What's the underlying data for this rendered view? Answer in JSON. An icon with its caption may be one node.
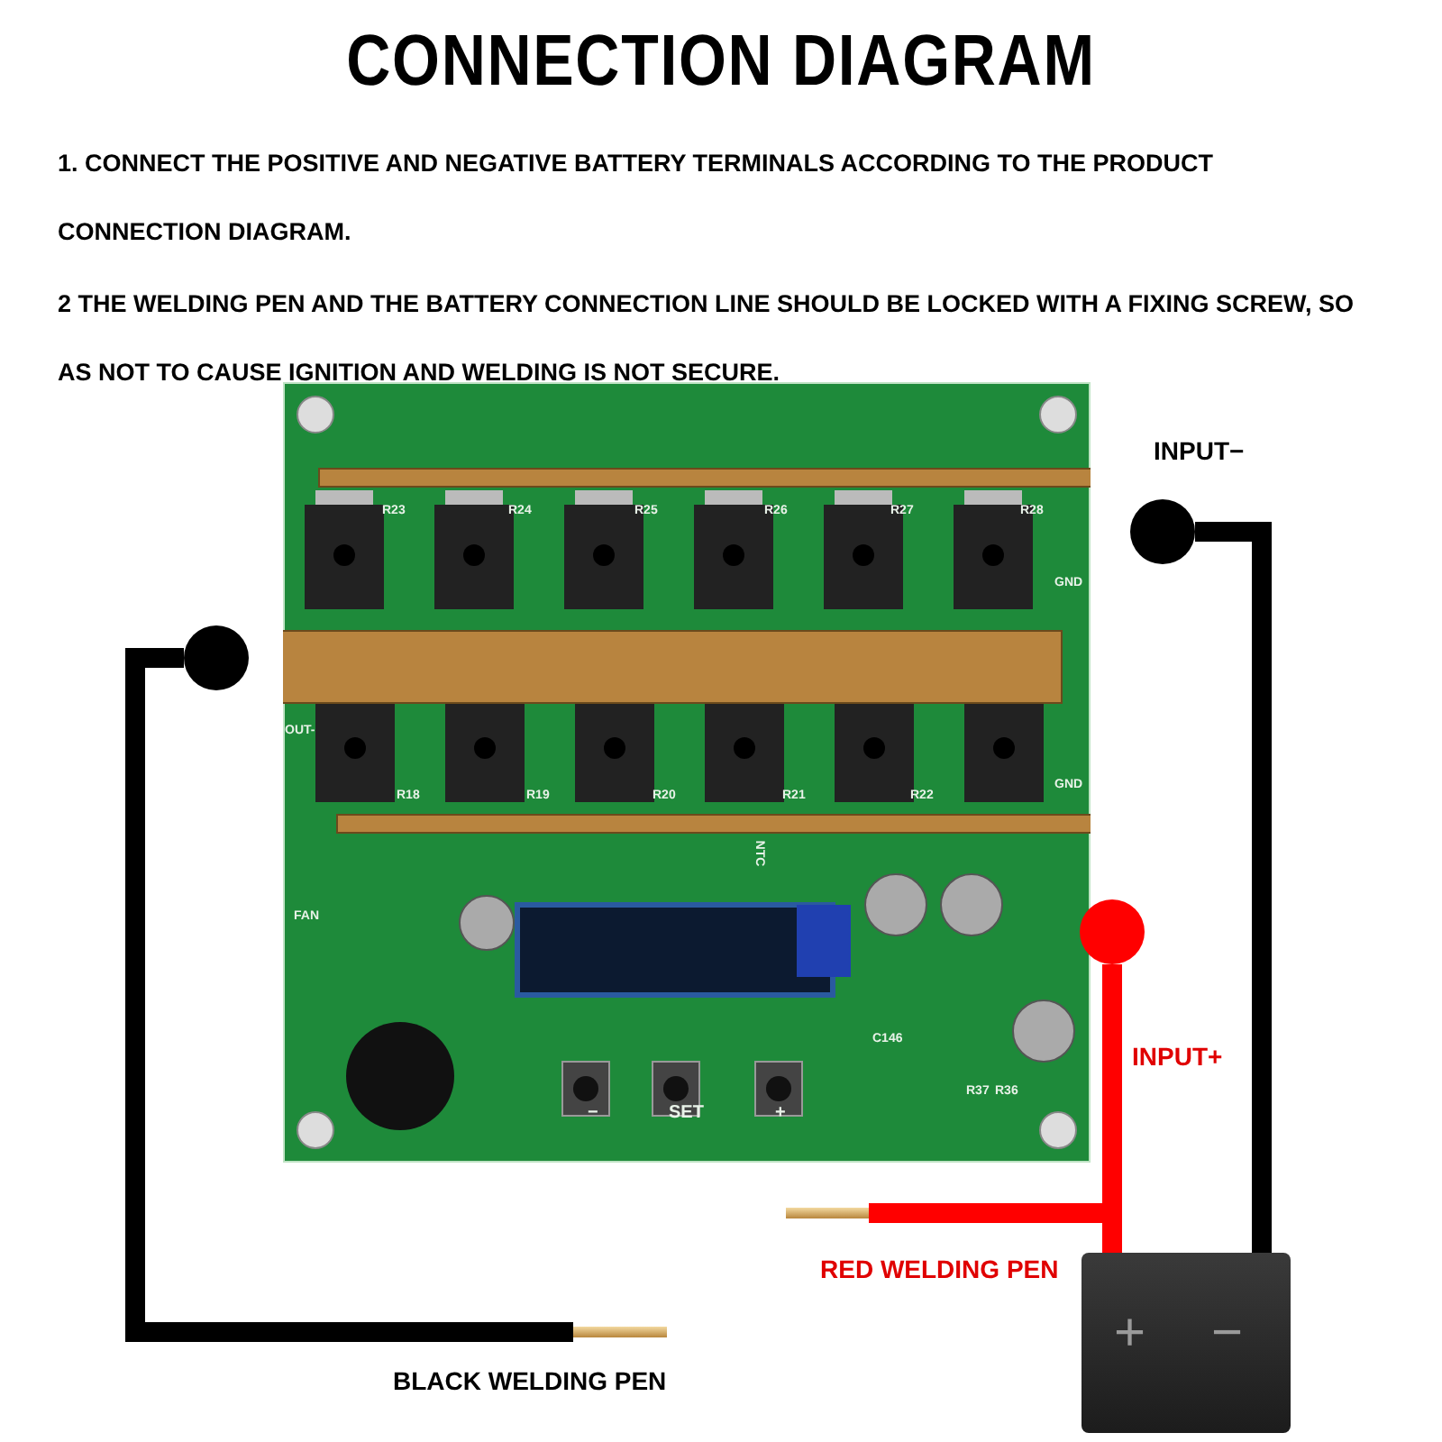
{
  "diagram": {
    "title": "CONNECTION DIAGRAM",
    "nodes": [
      {
        "text": [],
        "shape": "picture"
      },
      {
        "text": [],
        "shape": "circle"
      },
      {
        "text": [],
        "shape": "circle",
        "beside": [
          "INPUT−"
        ]
      },
      {
        "text": [],
        "shape": "circle"
      },
      {
        "text": [
          "+",
          "−"
        ]
      },
      {
        "text": [],
        "shape": "bar",
        "beside": [
          "BLACK WELDING PEN"
        ]
      },
      {
        "text": [],
        "shape": "bar"
      }
    ],
    "edges": [
      {
        "from": 1,
        "to": 5,
        "arrow": "none",
        "color": "#000000"
      },
      {
        "from": 2,
        "to": 4,
        "arrow": "none",
        "color": "#000000"
      },
      {
        "from": 3,
        "to": 4,
        "arrow": "none",
        "color": "#ff0000"
      },
      {
        "from": 6,
        "to": 4,
        "arrow": "none",
        "color": "#ff0000"
      }
    ],
    "labels": [
      "1. CONNECT THE POSITIVE AND NEGATIVE BATTERY TERMINALS ACCORDING TO THE PRODUCT CONNECTION DIAGRAM.",
      "2 THE WELDING PEN AND THE BATTERY CONNECTION LINE SHOULD BE LOCKED WITH A FIXING SCREW, SO AS NOT TO CAUSE IGNITION AND WELDING IS NOT SECURE.",
      "R23",
      "R24",
      "R25",
      "R26",
      "R27",
      "R28",
      "GND",
      "OUT-",
      "GND",
      "R18",
      "R19",
      "R20",
      "R21",
      "R22",
      "FAN",
      "NTC",
      "C146",
      "R37",
      "R36",
      "−",
      "SET",
      "+",
      "INPUT+",
      "RED WELDING PEN"
    ]
  }
}
